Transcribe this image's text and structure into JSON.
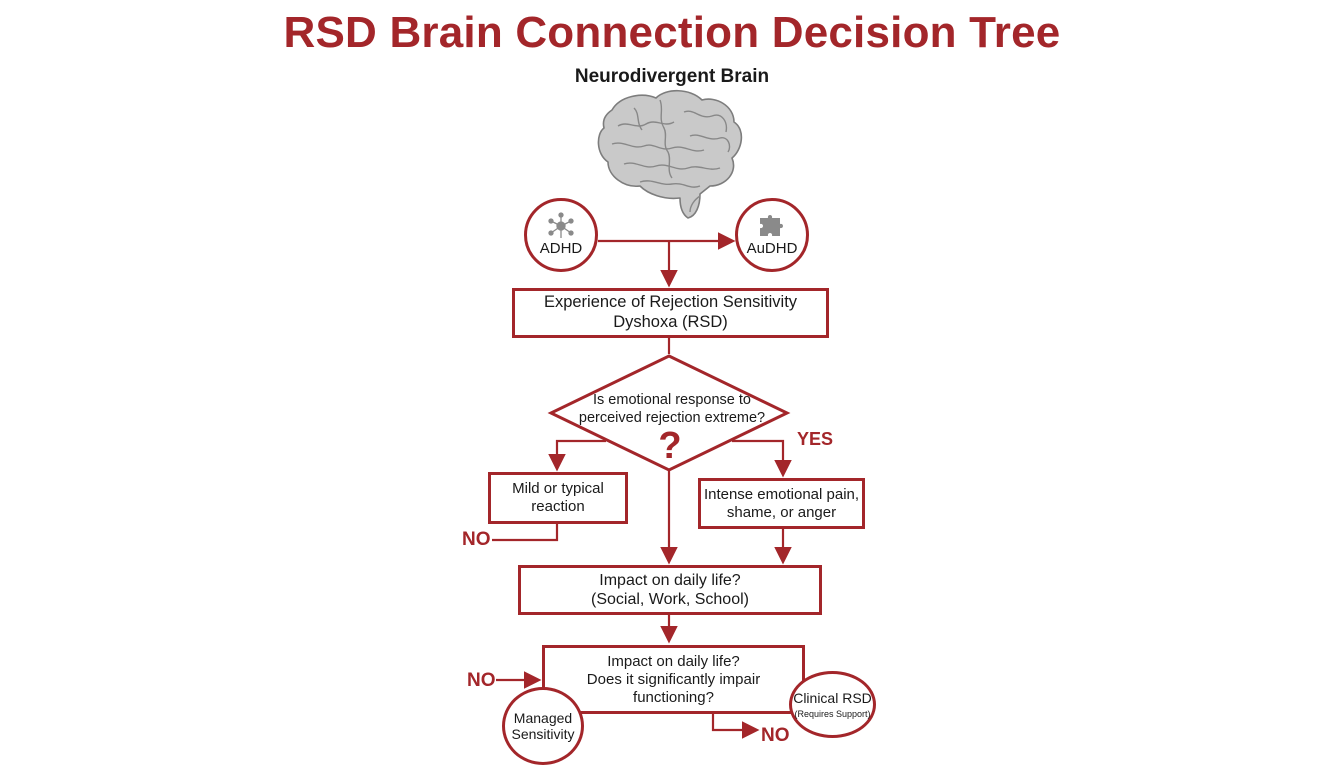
{
  "title": "RSD Brain Connection Decision Tree",
  "subtitle": "Neurodivergent Brain",
  "nodes": {
    "adhd": {
      "label": "ADHD",
      "icon": "network-nodes-icon"
    },
    "audhd": {
      "label": "AuDHD",
      "icon": "puzzle-piece-icon"
    },
    "experience": {
      "text": "Experience of Rejection Sensitivity\nDyshoxa (RSD)"
    },
    "question1": {
      "text": "Is emotional response to\nperceived rejection extreme?",
      "mark": "?"
    },
    "mild": {
      "text": "Mild or typical\nreaction"
    },
    "intense": {
      "text": "Intense emotional pain,\nshame, or anger"
    },
    "impact1": {
      "text": "Impact on daily life?\n(Social, Work, School)"
    },
    "impact2": {
      "text": "Impact on daily life?\nDoes it significantly impair\nfunctioning?"
    },
    "managed": {
      "text": "Managed\nSensitivity"
    },
    "clinical": {
      "text": "Clinical RSD",
      "sub": "(Requires Support)"
    }
  },
  "edge_labels": {
    "yes": "YES",
    "no_left": "NO",
    "no_mid": "NO",
    "no_bottom": "NO"
  },
  "colors": {
    "accent": "#a3262a",
    "brain_fill": "#c9c9c9",
    "brain_stroke": "#7d7d7d",
    "text": "#1a1a1a",
    "background": "#ffffff"
  }
}
